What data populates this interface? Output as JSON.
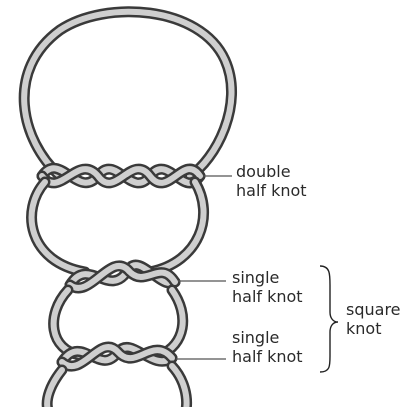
{
  "labels": {
    "double_half_knot": {
      "line1": "double",
      "line2": "half knot"
    },
    "single_half_knot_top": {
      "line1": "single",
      "line2": "half knot"
    },
    "single_half_knot_bottom": {
      "line1": "single",
      "line2": "half knot"
    },
    "square_knot": "square\nknot"
  },
  "colors": {
    "cord_outline": "#3a3a3a",
    "cord_fill": "#cfcfcf",
    "text": "#2a2a2a"
  }
}
